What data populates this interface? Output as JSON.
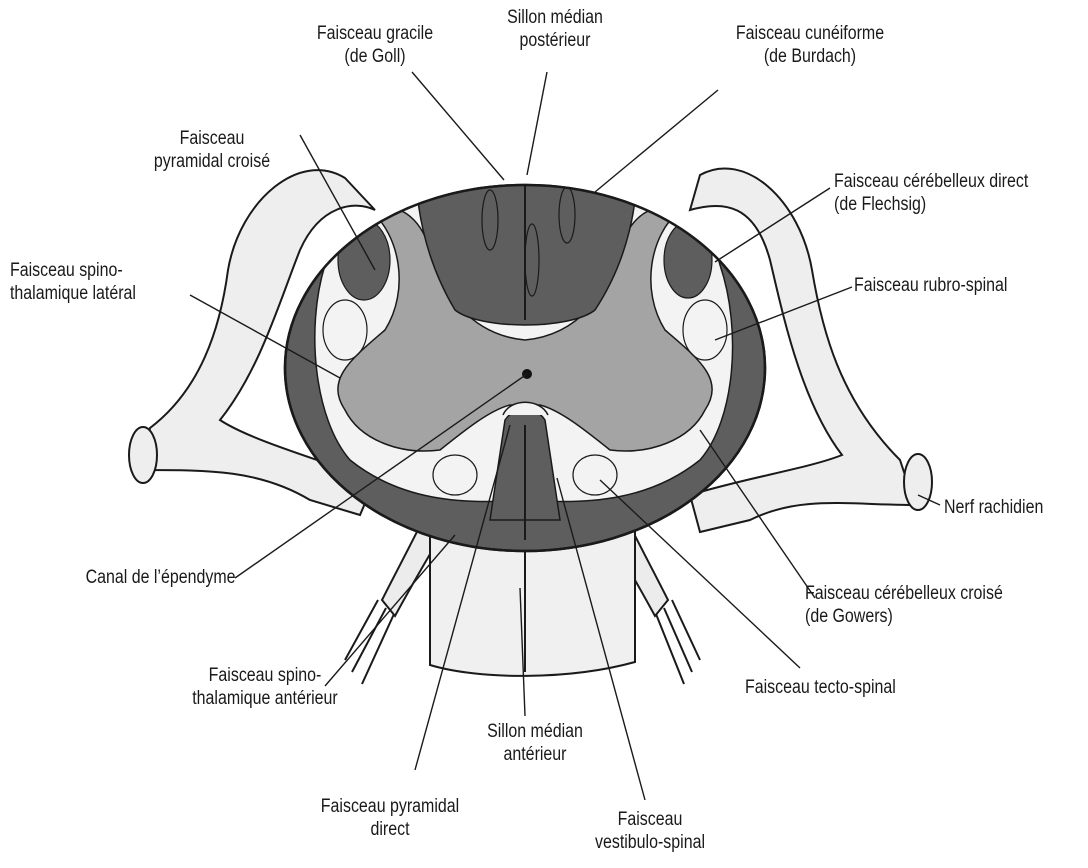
{
  "labels": {
    "sillon_median_posterieur": [
      "Sillon médian",
      "postérieur"
    ],
    "faisceau_gracile": [
      "Faisceau gracile",
      "(de Goll)"
    ],
    "faisceau_cuneiforme": [
      "Faisceau cunéiforme",
      "(de Burdach)"
    ],
    "faisceau_pyramidal_croise": [
      "Faisceau",
      "pyramidal croisé"
    ],
    "faisceau_cerebelleux_direct": [
      "Faisceau cérébelleux direct",
      "(de Flechsig)"
    ],
    "faisceau_spinothalamique_lateral": [
      "Faisceau spino-",
      "thalamique latéral"
    ],
    "faisceau_rubro_spinal": [
      "Faisceau rubro-spinal"
    ],
    "nerf_rachidien": [
      "Nerf rachidien"
    ],
    "canal_ependyme": [
      "Canal de l’épendyme"
    ],
    "faisceau_cerebelleux_croise": [
      "Faisceau cérébelleux croisé",
      "(de Gowers)"
    ],
    "faisceau_tecto_spinal": [
      "Faisceau tecto-spinal"
    ],
    "faisceau_spinothalamique_anterieur": [
      "Faisceau spino-",
      "thalamique antérieur"
    ],
    "sillon_median_anterieur": [
      "Sillon médian",
      "antérieur"
    ],
    "faisceau_pyramidal_direct": [
      "Faisceau pyramidal",
      "direct"
    ],
    "faisceau_vestibulo_spinal": [
      "Faisceau",
      "vestibulo-spinal"
    ]
  },
  "colors": {
    "white_matter_tract": "#5e5e5e",
    "gray_matter": "#a4a4a4",
    "pale_zone": "#f3f3f3",
    "nerve": "#eeeeee",
    "outline": "#1a1a1a"
  }
}
